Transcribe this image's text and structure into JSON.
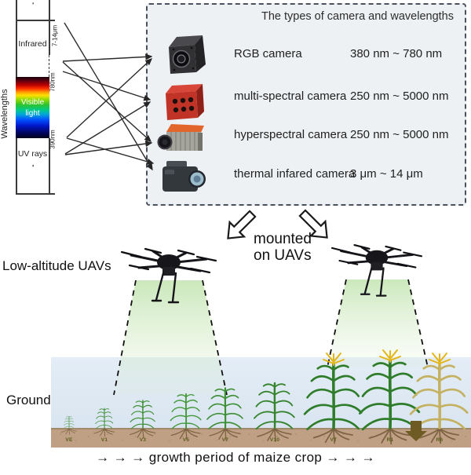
{
  "spectrum": {
    "axis_label": "Wavelengths",
    "top_ellipsis": "····",
    "bottom_ellipsis": "·····",
    "infrared_label": "Infrared",
    "visible_label_line1": "Visible",
    "visible_label_line2": "light",
    "uv_label": "UV rays",
    "tick_ir_band": "7-14μm",
    "tick_red_edge": "780nm",
    "tick_violet_edge": "390nm"
  },
  "camera_panel": {
    "title": "The types of camera and wavelengths",
    "cameras": [
      {
        "name": "RGB camera",
        "range": "380 nm ~ 780 nm",
        "icon": "rgb-camera-icon"
      },
      {
        "name": "multi-spectral camera",
        "range": "250 nm ~ 5000 nm",
        "icon": "multispectral-camera-icon"
      },
      {
        "name": "hyperspectral camera",
        "range": "250 nm ~ 5000 nm",
        "icon": "hyperspectral-camera-icon"
      },
      {
        "name": "thermal infared camera",
        "range": "3 μm ~ 14 μm",
        "icon": "thermal-camera-icon"
      }
    ]
  },
  "middle": {
    "mounted_line1": "mounted",
    "mounted_line2": "on UAVs",
    "uav_label": "Low-altitude UAVs"
  },
  "ground": {
    "label": "Ground",
    "stages": [
      "VE",
      "V1",
      "V3",
      "V5",
      "V7",
      "V10",
      "VT",
      "R1",
      "R6"
    ],
    "caption": "→ → → growth period of maize crop → → →"
  },
  "colors": {
    "panel_border": "#4b525e",
    "panel_bg": "#eef1f3",
    "sky": "#dfe9f3",
    "soil": "#bfa084",
    "plant_green": "#3e8f36",
    "plant_mature": "#c4b161",
    "tassel_yellow": "#e3b515",
    "harvest_arrow": "#6e5a23",
    "multispectral_red": "#c13326",
    "hyperspectral_orange": "#e2662c"
  }
}
